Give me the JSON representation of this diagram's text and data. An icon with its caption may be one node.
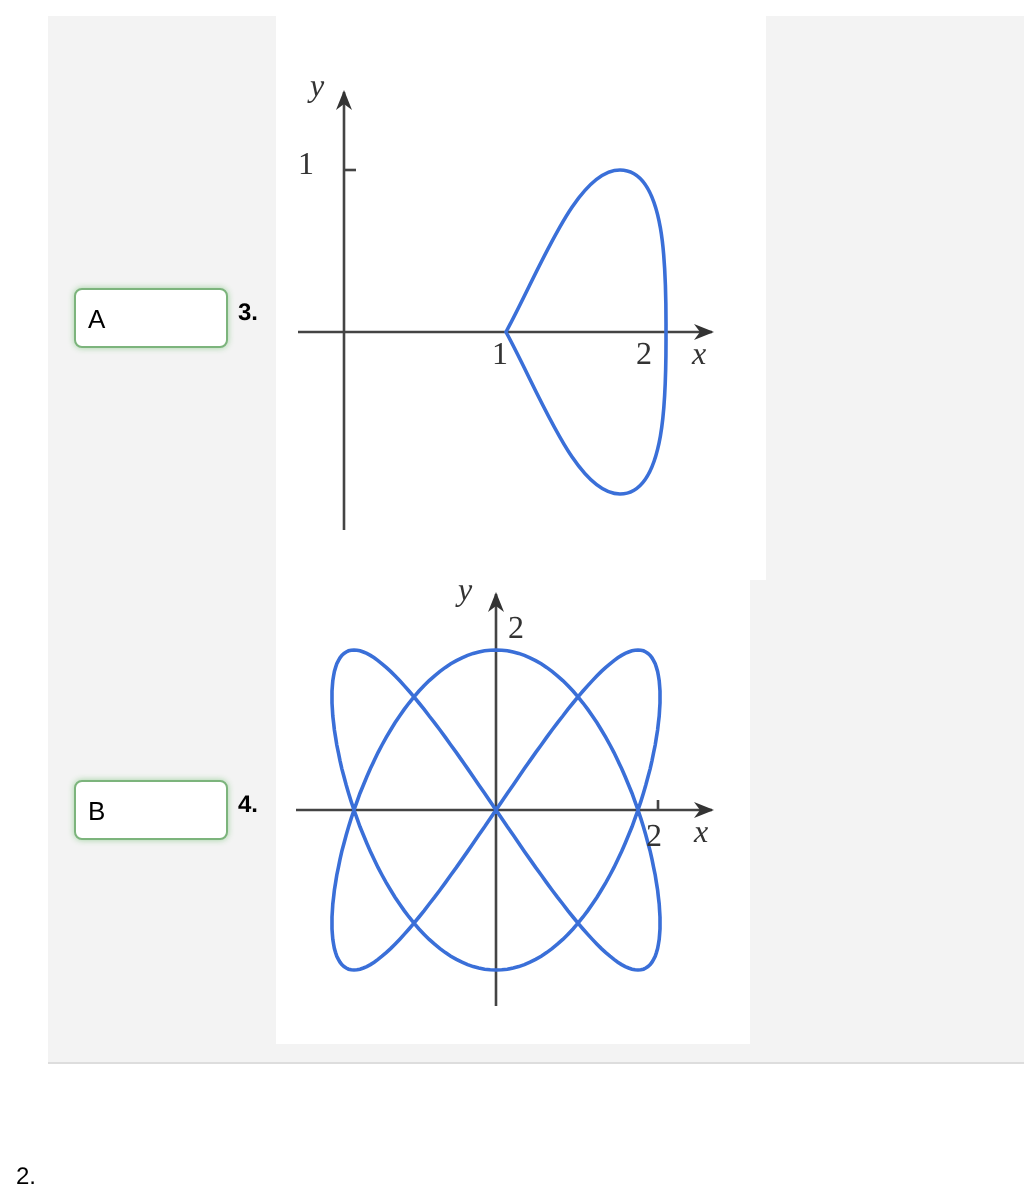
{
  "diagram": {
    "labels": [
      "y",
      "1",
      "A",
      "3.",
      "1",
      "2",
      "x",
      "y",
      "2",
      "B",
      "4.",
      "2",
      "x",
      "2."
    ]
  }
}
